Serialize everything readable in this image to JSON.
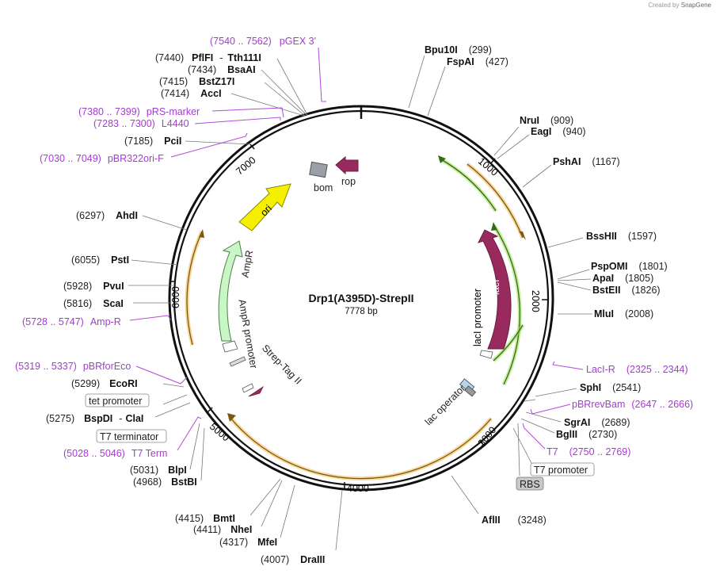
{
  "watermark": {
    "prefix": "Created by",
    "brand": "SnapGene"
  },
  "plasmid": {
    "name": "Drp1(A395D)-StrepII",
    "size": "7778 bp"
  },
  "ticks": [
    "1000",
    "2000",
    "3000",
    "4000",
    "5000",
    "6000",
    "7000"
  ],
  "enzymes": [
    {
      "name": "Bpu10I",
      "pos": "(299)"
    },
    {
      "name": "FspAI",
      "pos": "(427)"
    },
    {
      "name": "NruI",
      "pos": "(909)"
    },
    {
      "name": "EagI",
      "pos": "(940)"
    },
    {
      "name": "PshAI",
      "pos": "(1167)"
    },
    {
      "name": "BssHII",
      "pos": "(1597)"
    },
    {
      "name": "PspOMI",
      "pos": "(1801)"
    },
    {
      "name": "ApaI",
      "pos": "(1805)"
    },
    {
      "name": "BstEII",
      "pos": "(1826)"
    },
    {
      "name": "MluI",
      "pos": "(2008)"
    },
    {
      "name": "SphI",
      "pos": "(2541)"
    },
    {
      "name": "SgrAI",
      "pos": "(2689)"
    },
    {
      "name": "BglII",
      "pos": "(2730)"
    },
    {
      "name": "AflII",
      "pos": "(3248)"
    },
    {
      "name": "DraIII",
      "pos": "(4007)"
    },
    {
      "name": "MfeI",
      "pos": "(4317)"
    },
    {
      "name": "NheI",
      "pos": "(4411)"
    },
    {
      "name": "BmtI",
      "pos": "(4415)"
    },
    {
      "name": "BstBI",
      "pos": "(4968)"
    },
    {
      "name": "BlpI",
      "pos": "(5031)"
    },
    {
      "name": "ClaI",
      "pos": ""
    },
    {
      "name": "BspDI",
      "pos": "(5275)"
    },
    {
      "name": "EcoRI",
      "pos": "(5299)"
    },
    {
      "name": "ScaI",
      "pos": "(5816)"
    },
    {
      "name": "PvuI",
      "pos": "(5928)"
    },
    {
      "name": "PstI",
      "pos": "(6055)"
    },
    {
      "name": "AhdI",
      "pos": "(6297)"
    },
    {
      "name": "PciI",
      "pos": "(7185)"
    },
    {
      "name": "AccI",
      "pos": "(7414)"
    },
    {
      "name": "BstZ17I",
      "pos": "(7415)"
    },
    {
      "name": "BsaAI",
      "pos": "(7434)"
    },
    {
      "name": "Tth111I",
      "pos": ""
    },
    {
      "name": "PflFI",
      "pos": "(7440)"
    }
  ],
  "primers": [
    {
      "name": "pGEX 3'",
      "range": "(7540 .. 7562)"
    },
    {
      "name": "pRS-marker",
      "range": "(7380 .. 7399)"
    },
    {
      "name": "L4440",
      "range": "(7283 .. 7300)"
    },
    {
      "name": "pBR322ori-F",
      "range": "(7030 .. 7049)"
    },
    {
      "name": "Amp-R",
      "range": "(5728 .. 5747)"
    },
    {
      "name": "pBRforEco",
      "range": "(5319 .. 5337)"
    },
    {
      "name": "T7 Term",
      "range": "(5028 .. 5046)"
    },
    {
      "name": "LacI-R",
      "range": "(2325 .. 2344)"
    },
    {
      "name": "pBRrevBam",
      "range": "(2647 .. 2666)"
    },
    {
      "name": "T7",
      "range": "(2750 .. 2769)"
    }
  ],
  "features": {
    "bom": "bom",
    "rop": "rop",
    "ori": "ori",
    "ampr": "AmpR",
    "ampr_promoter": "AmpR promoter",
    "strep_tag": "Strep-Tag II",
    "laci": "lacI",
    "laci_promoter": "lacI promoter",
    "lac_operator": "lac operator",
    "tet_promoter": "tet promoter",
    "t7_terminator": "T7 terminator",
    "t7_promoter": "T7 promoter",
    "rbs": "RBS"
  },
  "colors": {
    "backbone": "#111111",
    "primer": "#a43bd1",
    "orf_orange": "#f0b84a",
    "orf_green": "#7ccf3a",
    "laci": "#992a5e",
    "ori": "#f5f000",
    "ampr": "#c8f7c5"
  }
}
